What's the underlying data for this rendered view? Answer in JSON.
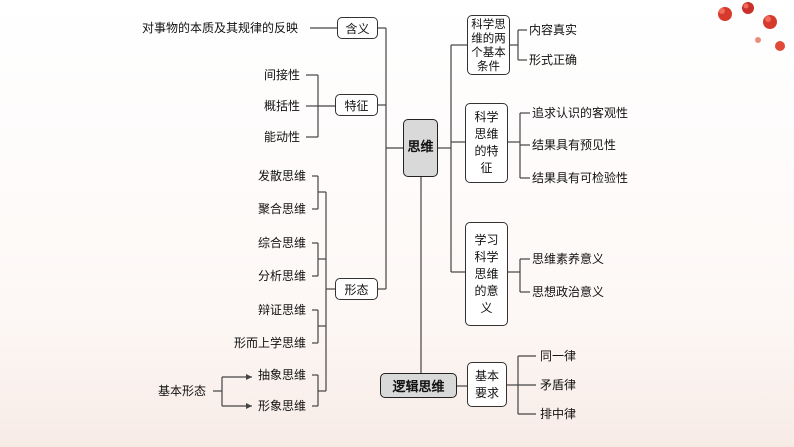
{
  "center": {
    "label": "思维"
  },
  "left": {
    "meaning": {
      "label": "含义",
      "desc": "对事物的本质及其规律的反映"
    },
    "features": {
      "label": "特征",
      "items": [
        "间接性",
        "概括性",
        "能动性"
      ]
    },
    "forms": {
      "label": "形态",
      "items": [
        "发散思维",
        "聚合思维",
        "综合思维",
        "分析思维",
        "辩证思维",
        "形而上学思维",
        "抽象思维",
        "形象思维"
      ],
      "basic_forms_label": "基本形态"
    }
  },
  "right": {
    "conditions": {
      "label": "科学思维的两个基本条件",
      "items": [
        "内容真实",
        "形式正确"
      ]
    },
    "characteristics": {
      "label": "科学思维的特征",
      "items": [
        "追求认识的客观性",
        "结果具有预见性",
        "结果具有可检验性"
      ]
    },
    "significance": {
      "label": "学习科学思维的意义",
      "items": [
        "思维素养意义",
        "思想政治意义"
      ]
    }
  },
  "logic": {
    "label": "逻辑思维",
    "requirements": {
      "label": "基本要求",
      "items": [
        "同一律",
        "矛盾律",
        "排中律"
      ]
    }
  }
}
